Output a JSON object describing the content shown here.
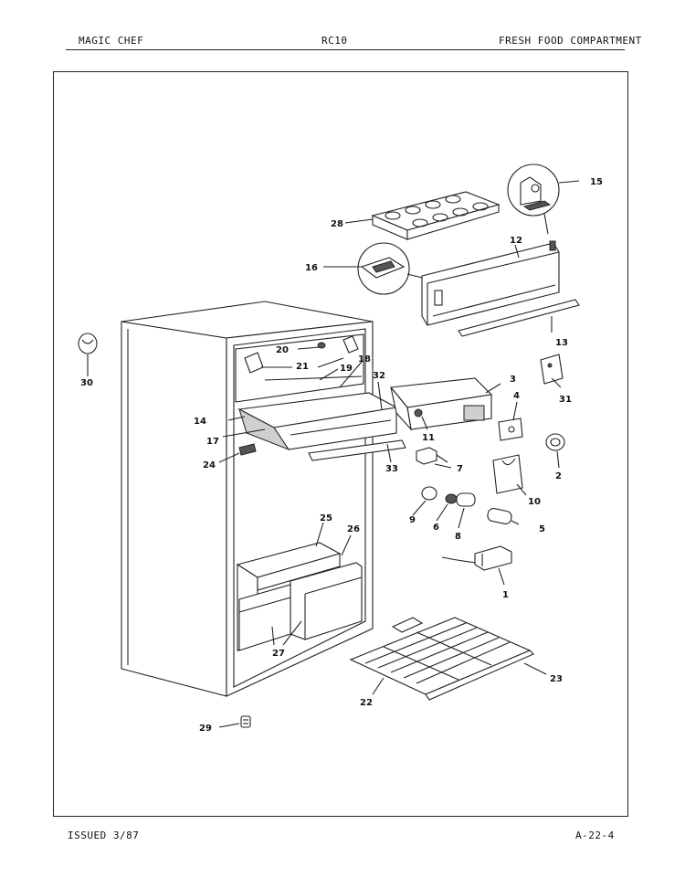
{
  "header": {
    "brand": "MAGIC CHEF",
    "model": "RC10",
    "section": "FRESH FOOD COMPARTMENT"
  },
  "footer": {
    "issued": "ISSUED 3/87",
    "page_code": "A-22-4"
  },
  "callouts": {
    "p1": "1",
    "p2": "2",
    "p3": "3",
    "p4": "4",
    "p5": "5",
    "p6": "6",
    "p7": "7",
    "p8": "8",
    "p9": "9",
    "p10": "10",
    "p11": "11",
    "p12": "12",
    "p13": "13",
    "p14": "14",
    "p15": "15",
    "p16": "16",
    "p17": "17",
    "p18": "18",
    "p19": "19",
    "p20": "20",
    "p21": "21",
    "p22": "22",
    "p23": "23",
    "p24": "24",
    "p25": "25",
    "p26": "26",
    "p27": "27",
    "p28": "28",
    "p29": "29",
    "p30": "30",
    "p31": "31",
    "p32": "32",
    "p33": "33"
  }
}
